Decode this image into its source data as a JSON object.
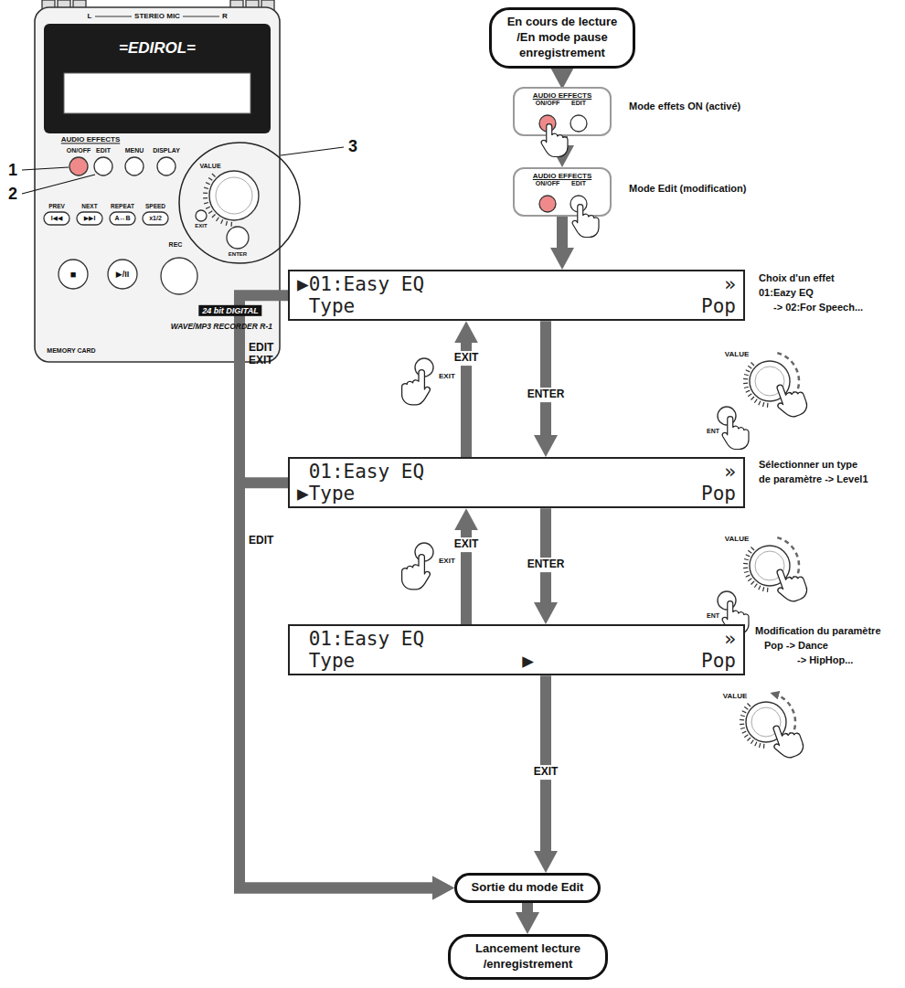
{
  "diagram": {
    "nodes": [
      {
        "text": [
          "En cours de lecture /En mode pause enregistrement"
        ]
      },
      {
        "text": [
          "AUDIO EFFECTS",
          "ON/OFF",
          "EDIT"
        ]
      },
      {
        "text": [
          "AUDIO EFFECTS",
          "ON/OFF",
          "EDIT"
        ]
      },
      {
        "text": [
          "▶01:Easy EQ",
          "»",
          "Type",
          "Pop"
        ]
      },
      {
        "text": [
          "01:Easy EQ",
          "»",
          "▶Type",
          "Pop"
        ]
      },
      {
        "text": [
          "01:Easy EQ",
          "»",
          "Type",
          "▶",
          "Pop"
        ]
      },
      {
        "text": [
          "Sortie du mode Edit"
        ]
      },
      {
        "text": [
          "Lancement lecture /enregistrement"
        ]
      }
    ],
    "edges": [
      {
        "from": 0,
        "to": 1,
        "arrow": "to"
      },
      {
        "from": 1,
        "to": 2,
        "arrow": "to"
      },
      {
        "from": 2,
        "to": 3,
        "arrow": "to"
      },
      {
        "from": 3,
        "to": 4,
        "arrow": "to",
        "label": "ENTER"
      },
      {
        "from": 4,
        "to": 3,
        "arrow": "to",
        "label": "EXIT"
      },
      {
        "from": 4,
        "to": 5,
        "arrow": "to",
        "label": "ENTER"
      },
      {
        "from": 5,
        "to": 4,
        "arrow": "to",
        "label": "EXIT"
      },
      {
        "from": 5,
        "to": 6,
        "arrow": "to",
        "label": "EXIT"
      },
      {
        "from": 3,
        "to": 6,
        "arrow": "to",
        "label": "EDIT EXIT"
      },
      {
        "from": 4,
        "to": 6,
        "arrow": "to",
        "label": "EDIT"
      },
      {
        "from": 6,
        "to": 7,
        "arrow": "to"
      }
    ],
    "labels": [
      "L",
      "STEREO MIC",
      "R",
      "=EDIROL=",
      "AUDIO EFFECTS",
      "ON/OFF",
      "EDIT",
      "MENU",
      "DISPLAY",
      "VALUE",
      "EXIT",
      "ENTER",
      "PREV",
      "NEXT",
      "REPEAT",
      "SPEED",
      "I◀◀",
      "▶▶I",
      "A↔B",
      "x1/2",
      "■",
      "▶/II",
      "REC",
      "24 bit DIGITAL",
      "WAVE/MP3 RECORDER R-1",
      "MEMORY CARD",
      "1",
      "2",
      "3",
      "Mode effets ON (activé)",
      "Mode Edit (modification)",
      "Choix d'un effet",
      "01:Eazy EQ",
      "-> 02:For Speech...",
      "Sélectionner un type",
      "de paramètre -> Level1",
      "Modification du paramètre",
      "Pop -> Dance",
      "-> HipHop...",
      "VALUE",
      "ENT",
      "EXIT",
      "VALUE",
      "ENT",
      "EXIT",
      "VALUE"
    ]
  }
}
